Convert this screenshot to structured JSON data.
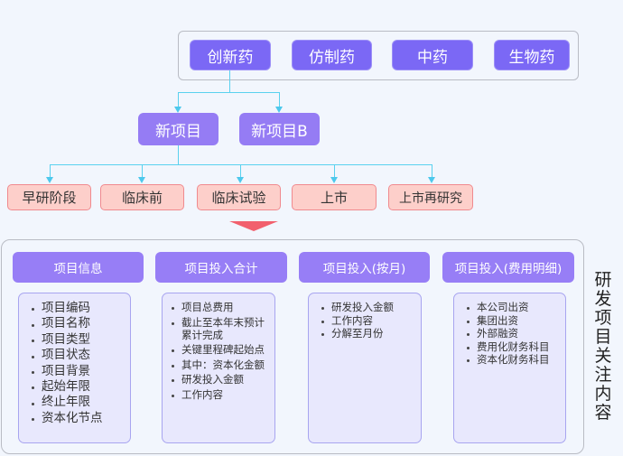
{
  "categories": [
    "创新药",
    "仿制药",
    "中药",
    "生物药"
  ],
  "projects": [
    "新项目",
    "新项目B"
  ],
  "stages": [
    "早研阶段",
    "临床前",
    "临床试验",
    "上市",
    "上市再研究"
  ],
  "focus_label": "研发项目关注内容",
  "sections": [
    {
      "title": "项目信息",
      "items": [
        "项目编码",
        "项目名称",
        "项目类型",
        "项目状态",
        "项目背景",
        "起始年限",
        "终止年限",
        "资本化节点"
      ]
    },
    {
      "title": "项目投入合计",
      "items": [
        "项目总费用",
        "截止至本年末预计累计完成",
        "关键里程碑起始点",
        "其中：资本化金额",
        "研发投入金额",
        "工作内容"
      ]
    },
    {
      "title": "项目投入(按月)",
      "items": [
        "研发投入金额",
        "工作内容",
        "分解至月份"
      ]
    },
    {
      "title": "项目投入(费用明细)",
      "items": [
        "本公司出资",
        "集团出资",
        "外部融资",
        "费用化财务科目",
        "资本化财务科目"
      ]
    }
  ],
  "colors": {
    "category_fill": "#7b68f5",
    "project_fill": "#957cf4",
    "stage_fill": "#fdcfca",
    "stage_border": "#f08a8f",
    "connector": "#5ad1ef",
    "down_arrow": "#f2606d",
    "section_head": "#977ef6",
    "section_body": "#e8e8fd"
  }
}
